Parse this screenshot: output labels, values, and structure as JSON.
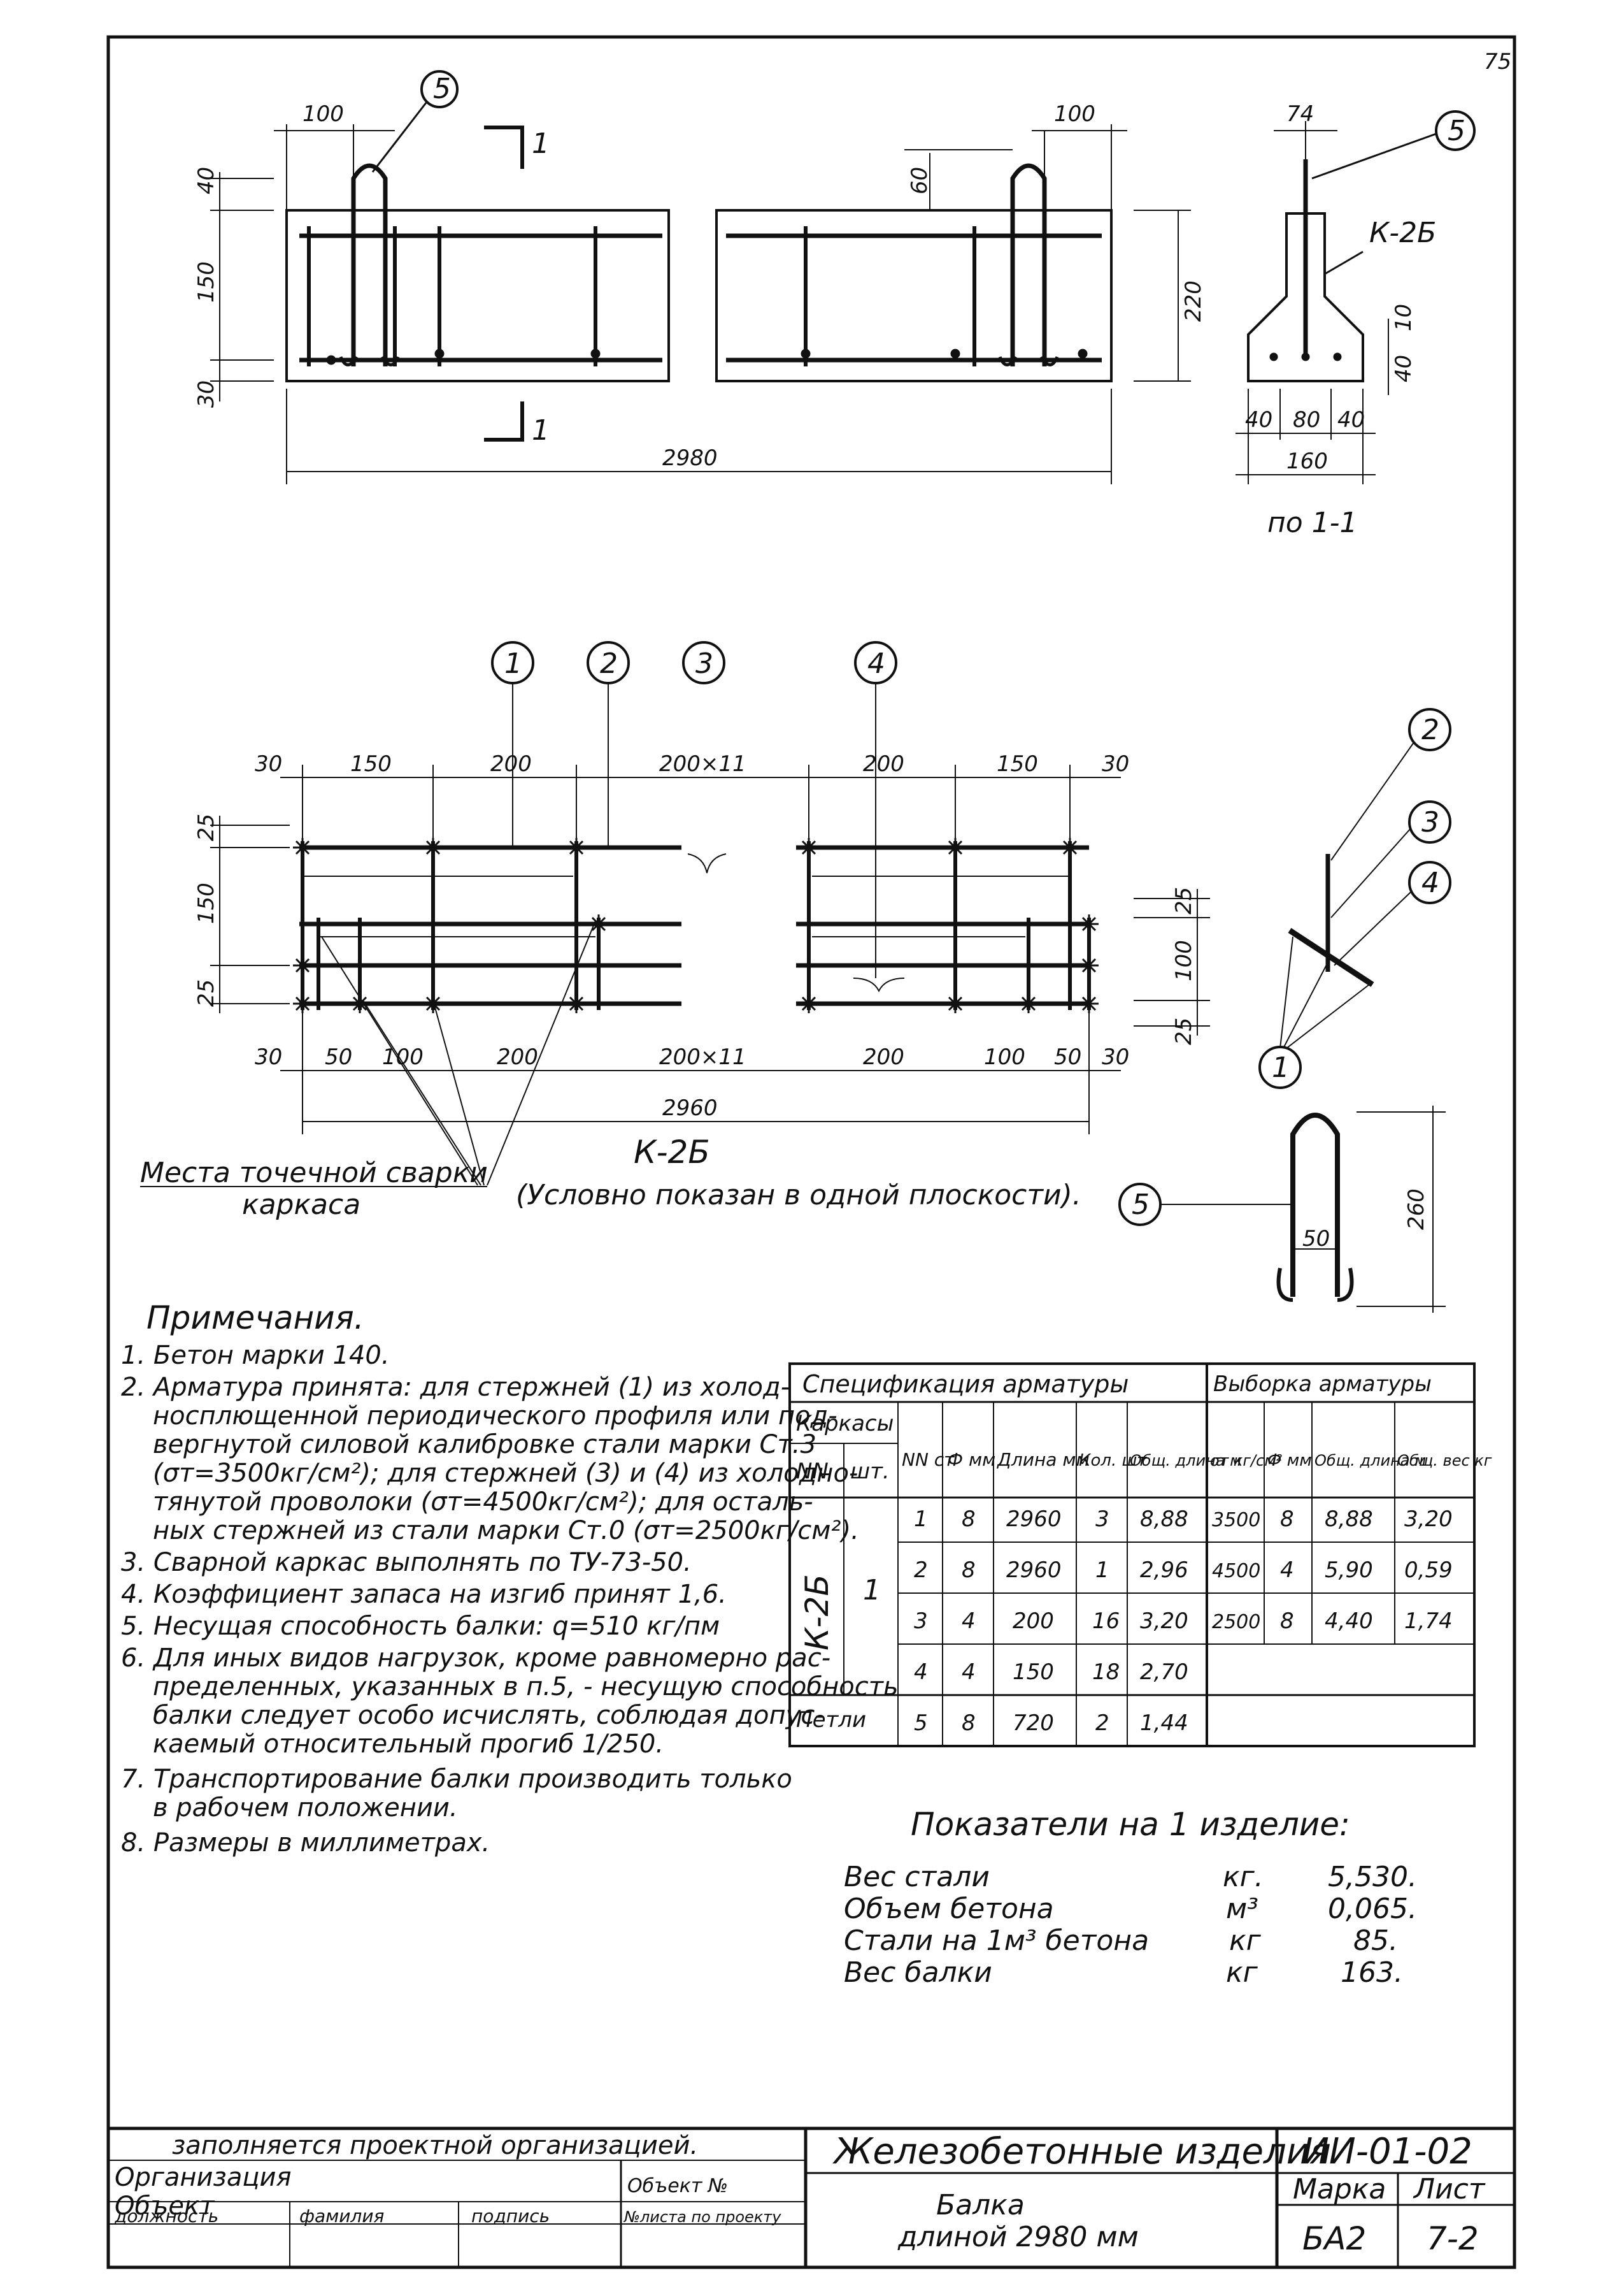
{
  "sheet_number_corner": "75",
  "top_view": {
    "dim_loop_left": "100",
    "dim_loop_right": "100",
    "dim_40": "40",
    "dim_150": "150",
    "dim_30": "30",
    "dim_60": "60",
    "dim_220": "220",
    "dim_total": "2980",
    "callout": "5",
    "section_mark": "1"
  },
  "section_view": {
    "dim_top": "74",
    "label_k2b": "К-2Б",
    "callout": "5",
    "dim_10": "10",
    "dim_40": "40",
    "dim_b1": "40",
    "dim_b2": "80",
    "dim_b3": "40",
    "dim_160": "160",
    "caption": "по 1-1"
  },
  "frame_view": {
    "callouts": [
      "1",
      "2",
      "3",
      "4"
    ],
    "top_dims": [
      "30",
      "150",
      "200",
      "200×11",
      "200",
      "150",
      "30"
    ],
    "bottom_dims": [
      "30",
      "50",
      "100",
      "200",
      "200×11",
      "200",
      "100",
      "50",
      "30"
    ],
    "left_dims": [
      "25",
      "150",
      "25"
    ],
    "right_dims": [
      "25",
      "100",
      "25"
    ],
    "total": "2960",
    "name": "К-2Б",
    "subtitle": "(Условно показан в одной плоскости).",
    "weld_label_1": "Места точечной сварки",
    "weld_label_2": "каркаса"
  },
  "side_detail": {
    "callouts": [
      "2",
      "3",
      "4",
      "1"
    ]
  },
  "loop_detail": {
    "callout": "5",
    "dim_50": "50",
    "dim_260": "260"
  },
  "notes": {
    "heading": "Примечания.",
    "lines": [
      "1. Бетон марки 140.",
      "2. Арматура принята: для стержней (1) из холод-",
      "носплющенной периодического профиля или под-",
      "вергнутой силовой калибровке стали марки Ст.3",
      "(σт=3500кг/см²); для стержней (3) и (4) из холодно-",
      "тянутой проволоки (σт=4500кг/см²); для осталь-",
      "ных стержней из стали марки Ст.0 (σт=2500кг/см²).",
      "3. Сварной каркас выполнять по ТУ-73-50.",
      "4. Коэффициент запаса на изгиб принят 1,6.",
      "5. Несущая способность балки: q=510 кг/пм",
      "6. Для иных видов нагрузок, кроме равномерно рас-",
      "пределенных, указанных в п.5, - несущую способность",
      "балки следует особо исчислять, соблюдая допус-",
      "каемый относительный прогиб 1/250.",
      "7. Транспортирование балки производить только",
      "в рабочем положении.",
      "8. Размеры в миллиметрах."
    ]
  },
  "spec_table": {
    "title": "Спецификация арматуры",
    "title2": "Выборка арматуры",
    "headers": {
      "karkasy": "Каркасы",
      "nn": "NN",
      "sht": "шт.",
      "nn_st": "NN ст",
      "phi": "Ф мм",
      "length": "Длина мм",
      "qty": "Кол. шт",
      "total_len": "Общ. длина м",
      "sigma": "σт кг/см²",
      "phi2": "Ф мм",
      "total_len2": "Общ. длина м",
      "weight": "Общ. вес кг"
    },
    "frame_name": "К-2Б",
    "frame_count": "1",
    "loops_label": "Петли",
    "rows": [
      [
        "1",
        "8",
        "2960",
        "3",
        "8,88"
      ],
      [
        "2",
        "8",
        "2960",
        "1",
        "2,96"
      ],
      [
        "3",
        "4",
        "200",
        "16",
        "3,20"
      ],
      [
        "4",
        "4",
        "150",
        "18",
        "2,70"
      ],
      [
        "5",
        "8",
        "720",
        "2",
        "1,44"
      ]
    ],
    "selection_rows": [
      [
        "3500",
        "8",
        "8,88",
        "3,20"
      ],
      [
        "4500",
        "4",
        "5,90",
        "0,59"
      ],
      [
        "2500",
        "8",
        "4,40",
        "1,74"
      ]
    ]
  },
  "indicators": {
    "title": "Показатели на 1 изделие:",
    "rows": [
      {
        "label": "Вес стали",
        "unit": "кг.",
        "value": "5,530."
      },
      {
        "label": "Объем бетона",
        "unit": "м³",
        "value": "0,065."
      },
      {
        "label": "Стали на 1м³ бетона",
        "unit": "кг",
        "value": "85."
      },
      {
        "label": "Вес балки",
        "unit": "кг",
        "value": "163."
      }
    ]
  },
  "title_block": {
    "filled_note": "заполняется проектной организацией.",
    "org": "Организация",
    "object": "Объект",
    "object_no": "Объект №",
    "position": "должность",
    "surname": "фамилия",
    "signature": "подпись",
    "sheet_in_project": "№листа по проекту",
    "series_title": "Железобетонные изделия",
    "series_code": "ИИ-01-02",
    "item_name_1": "Балка",
    "item_name_2": "длиной 2980 мм",
    "mark_label": "Марка",
    "sheet_label": "Лист",
    "mark": "БА2",
    "sheet": "7-2"
  }
}
